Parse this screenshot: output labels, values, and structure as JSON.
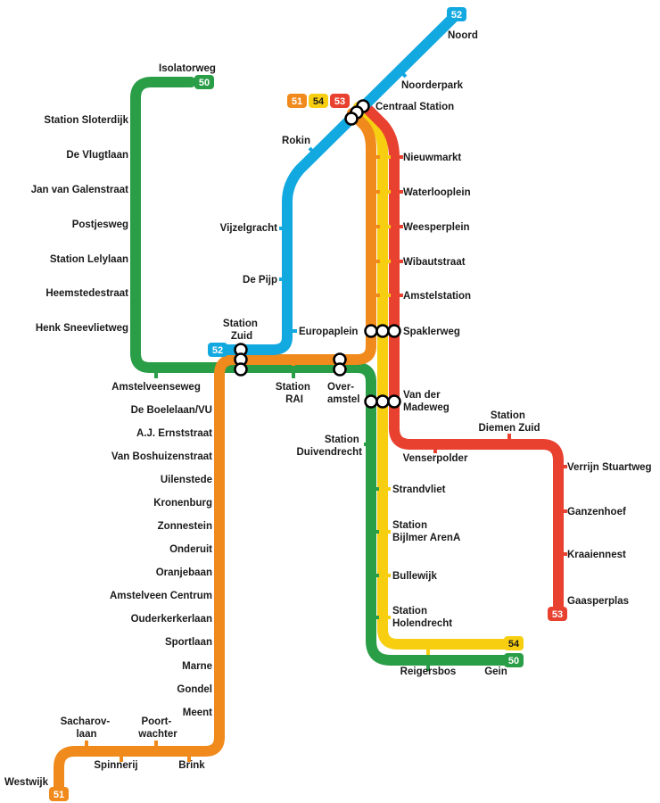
{
  "colors": {
    "line_50": "#2a9d47",
    "line_51": "#f08a1c",
    "line_52": "#12a8e0",
    "line_53": "#e8412f",
    "line_54": "#f7cf10"
  },
  "lines": [
    {
      "id": "50",
      "label": "50",
      "color": "#2a9d47"
    },
    {
      "id": "51",
      "label": "51",
      "color": "#f08a1c"
    },
    {
      "id": "52",
      "label": "52",
      "color": "#12a8e0"
    },
    {
      "id": "53",
      "label": "53",
      "color": "#e8412f"
    },
    {
      "id": "54",
      "label": "54",
      "color": "#f7cf10"
    }
  ],
  "stations": {
    "noord": "Noord",
    "noorderpark": "Noorderpark",
    "centraal_station": "Centraal Station",
    "rokin": "Rokin",
    "vijzelgracht": "Vijzelgracht",
    "de_pijp": "De Pijp",
    "europaplein": "Europaplein",
    "station_zuid": [
      "Station",
      "Zuid"
    ],
    "nieuwmarkt": "Nieuwmarkt",
    "waterlooplein": "Waterlooplein",
    "weesperplein": "Weesperplein",
    "wibautstraat": "Wibautstraat",
    "amstelstation": "Amstelstation",
    "spaklerweg": "Spaklerweg",
    "van_der_madeweg": [
      "Van der",
      "Madeweg"
    ],
    "station_rai": [
      "Station",
      "RAI"
    ],
    "overamstel": [
      "Over-",
      "amstel"
    ],
    "isolatorweg": "Isolatorweg",
    "station_sloterdijk": "Station Sloterdijk",
    "de_vlugtlaan": "De Vlugtlaan",
    "jan_van_galenstraat": "Jan van Galenstraat",
    "postjesweg": "Postjesweg",
    "station_lelylaan": "Station Lelylaan",
    "heemstedestraat": "Heemstedestraat",
    "henk_sneevlietweg": "Henk Sneevlietweg",
    "amstelveenseweg": "Amstelveenseweg",
    "de_boelelaan_vu": "De Boelelaan/VU",
    "aj_ernststraat": "A.J. Ernststraat",
    "van_boshuizenstraat": "Van Boshuizenstraat",
    "uilenstede": "Uilenstede",
    "kronenburg": "Kronenburg",
    "zonnestein": "Zonnestein",
    "onderuit": "Onderuit",
    "oranjebaan": "Oranjebaan",
    "amstelveen_centrum": "Amstelveen Centrum",
    "ouderkerkerlaan": "Ouderkerkerlaan",
    "sportlaan": "Sportlaan",
    "marne": "Marne",
    "gondel": "Gondel",
    "meent": "Meent",
    "brink": "Brink",
    "poortwachter": [
      "Poort-",
      "wachter"
    ],
    "spinnerij": "Spinnerij",
    "sacharovlaan": [
      "Sacharov-",
      "laan"
    ],
    "westwijk": "Westwijk",
    "station_duivendrecht": [
      "Station",
      "Duivendrecht"
    ],
    "strandvliet": "Strandvliet",
    "station_bijlmer_arena": [
      "Station",
      "Bijlmer ArenA"
    ],
    "bullewijk": "Bullewijk",
    "station_holendrecht": [
      "Station",
      "Holendrecht"
    ],
    "reigersbos": "Reigersbos",
    "gein": "Gein",
    "venserpolder": "Venserpolder",
    "station_diemen_zuid": [
      "Station",
      "Diemen Zuid"
    ],
    "verrijn_stuartweg": "Verrijn Stuartweg",
    "ganzenhoef": "Ganzenhoef",
    "kraaiennest": "Kraaiennest",
    "gaasperplas": "Gaasperplas"
  }
}
